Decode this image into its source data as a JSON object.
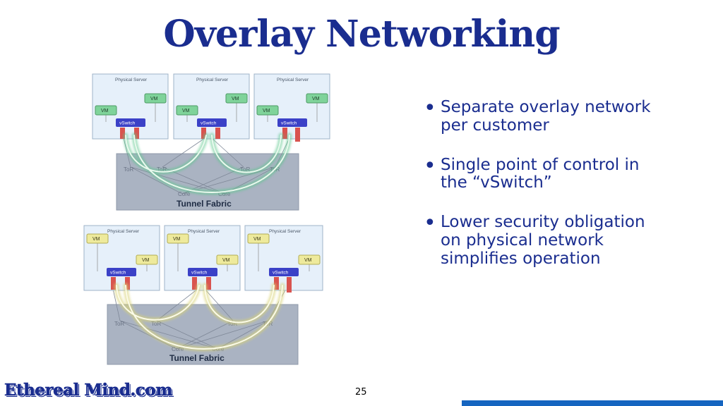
{
  "title": "Overlay Networking",
  "bullets": [
    "Separate overlay network per customer",
    "Single point of control in the “vSwitch”",
    "Lower security obligation on physical network simplifies operation"
  ],
  "logo": "Ethereal Mind.com",
  "page_number": "25",
  "diagram": {
    "server_label": "Physical Server",
    "vm_label": "VM",
    "vswitch_label": "vSwitch",
    "tor_label": "ToR",
    "core_label": "Core",
    "fabric_label": "Tunnel Fabric",
    "top_tunnel_color": "#5fc88f",
    "bottom_tunnel_color": "#d9d377",
    "top_vm_color": "#7fd39a",
    "bottom_vm_color": "#eeea9c",
    "vswitch_color": "#3b41c7",
    "fabric_color": "#a9b2c1"
  }
}
